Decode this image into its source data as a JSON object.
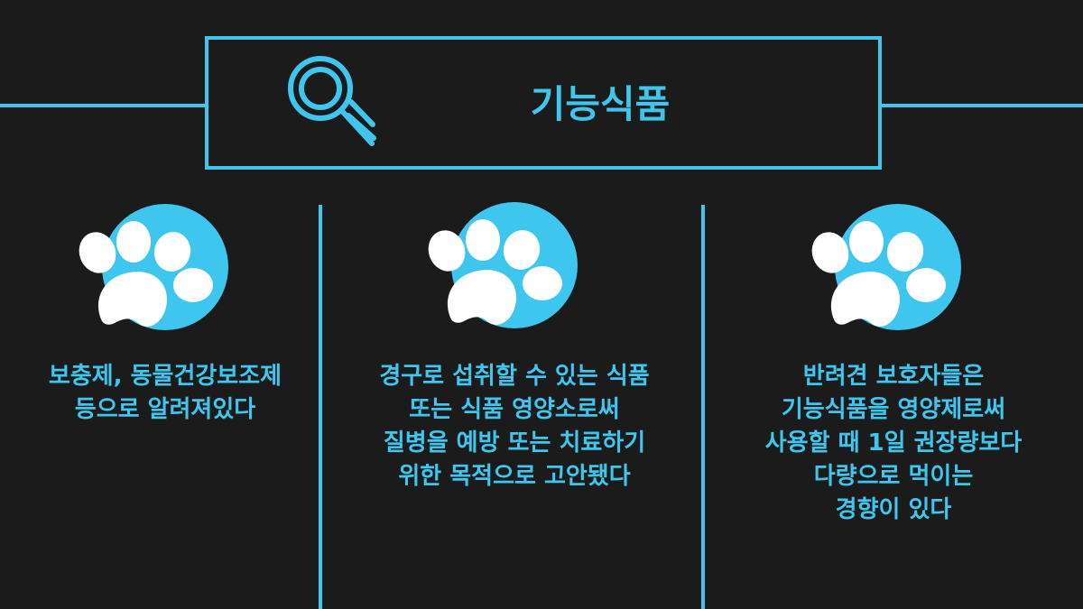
{
  "title": "기능식품",
  "accent_color": "#3ec6ee",
  "columns": [
    {
      "icon": "paw-icon",
      "lines": [
        "보충제, 동물건강보조제",
        "등으로 알려져있다"
      ]
    },
    {
      "icon": "paw-icon",
      "lines": [
        "경구로 섭취할 수 있는 식품",
        "또는 식품 영양소로써",
        "질병을 예방 또는 치료하기",
        "위한 목적으로 고안됐다"
      ]
    },
    {
      "icon": "paw-icon",
      "lines": [
        "반려견 보호자들은",
        "기능식품을 영양제로써",
        "사용할 때 1일 권장량보다",
        "다량으로 먹이는",
        "경향이 있다"
      ]
    }
  ]
}
